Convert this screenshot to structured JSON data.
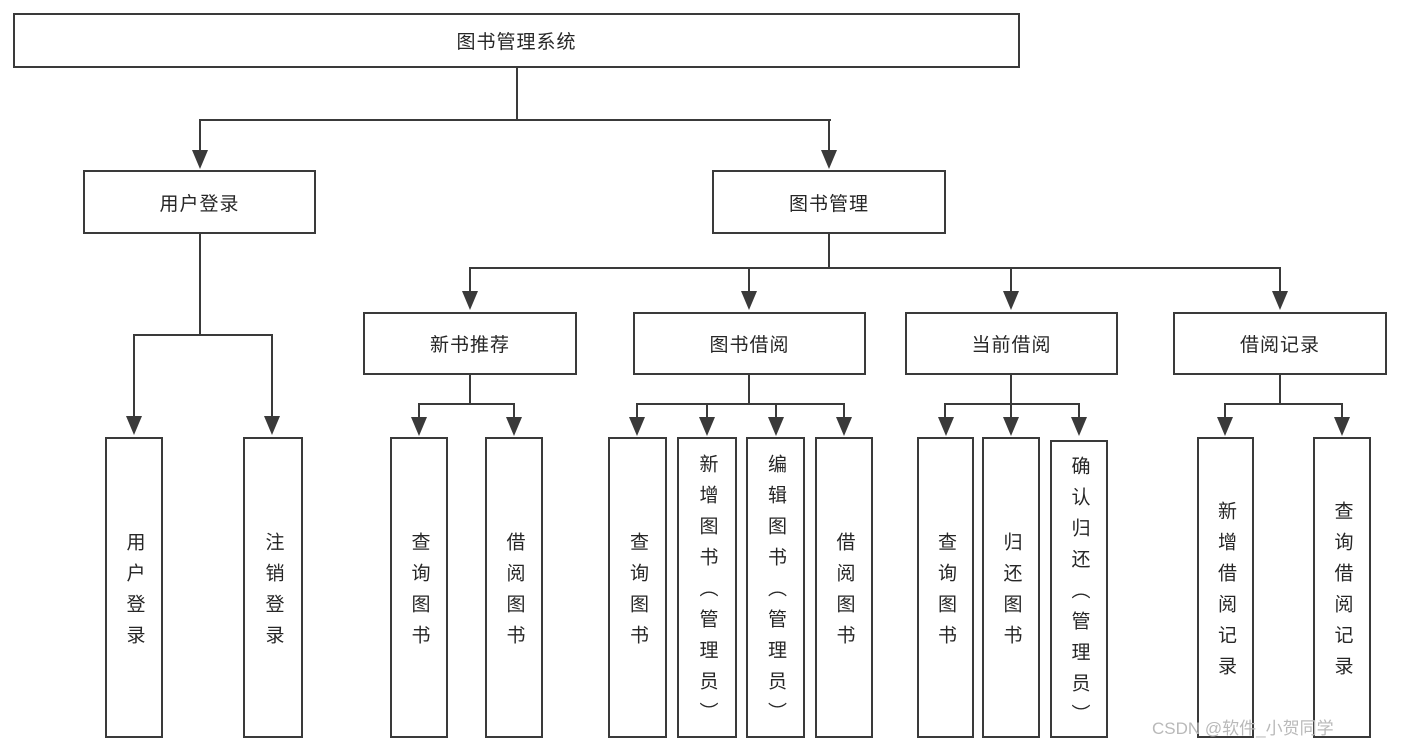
{
  "root": {
    "label": "图书管理系统"
  },
  "watermark": "CSDN @软件_小贺同学",
  "colors": {
    "line": "#3a3a3a",
    "text": "#262626",
    "watermark": "#b9b9b9",
    "background": "#ffffff"
  },
  "branches": [
    {
      "label": "用户登录",
      "children": [
        "用户登录",
        "注销登录"
      ]
    },
    {
      "label": "图书管理",
      "groups": [
        {
          "label": "新书推荐",
          "children": [
            "查询图书",
            "借阅图书"
          ]
        },
        {
          "label": "图书借阅",
          "children": [
            "查询图书",
            "新增图书（管理员）",
            "编辑图书（管理员）",
            "借阅图书"
          ]
        },
        {
          "label": "当前借阅",
          "children": [
            "查询图书",
            "归还图书",
            "确认归还（管理员）"
          ]
        },
        {
          "label": "借阅记录",
          "children": [
            "新增借阅记录",
            "查询借阅记录"
          ]
        }
      ]
    }
  ]
}
